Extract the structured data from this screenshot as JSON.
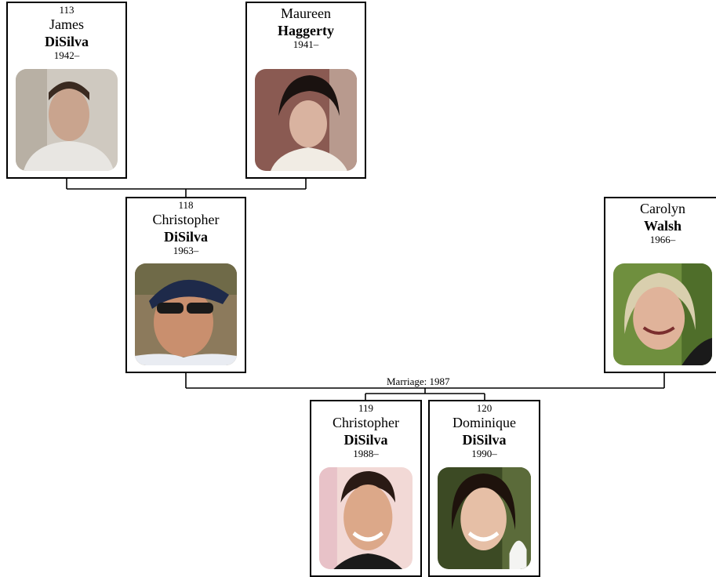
{
  "people": {
    "james": {
      "number": "113",
      "given": "James",
      "surname": "DiSilva",
      "dates": "1942–"
    },
    "maureen": {
      "number": "",
      "given": "Maureen",
      "surname": "Haggerty",
      "dates": "1941–"
    },
    "christopher_sr": {
      "number": "118",
      "given": "Christopher",
      "surname": "DiSilva",
      "dates": "1963–"
    },
    "carolyn": {
      "number": "",
      "given": "Carolyn",
      "surname": "Walsh",
      "dates": "1966–"
    },
    "christopher_jr": {
      "number": "119",
      "given": "Christopher",
      "surname": "DiSilva",
      "dates": "1988–"
    },
    "dominique": {
      "number": "120",
      "given": "Dominique",
      "surname": "DiSilva",
      "dates": "1990–"
    }
  },
  "marriage": {
    "label": "Marriage: 1987"
  },
  "colors": {
    "line": "#000000",
    "card_border": "#000000",
    "background": "#ffffff"
  }
}
